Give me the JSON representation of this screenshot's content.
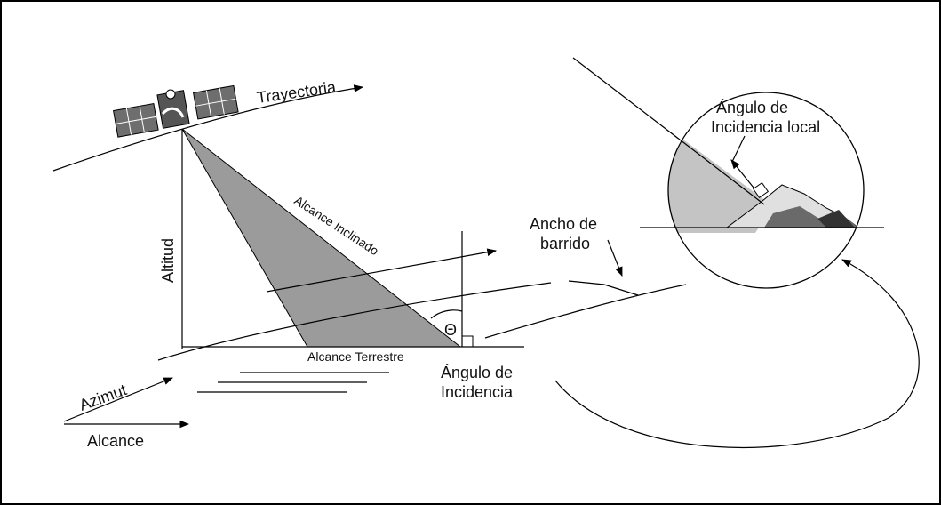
{
  "labels": {
    "trayectoria": "Trayectoria",
    "altitud": "Altitud",
    "alcance_inclinado": "Alcance Inclinado",
    "alcance_terrestre": "Alcance Terrestre",
    "angulo_incidencia_l1": "Ángulo de",
    "angulo_incidencia_l2": "Incidencia",
    "theta": "Θ",
    "ancho_l1": "Ancho de",
    "ancho_l2": "barrido",
    "local_l1": "Ángulo de",
    "local_l2": "Incidencia local",
    "azimut": "Azimut",
    "alcance": "Alcance"
  },
  "colors": {
    "beam_fill": "#9b9b9b",
    "inset_fill": "#c4c4c4",
    "line": "#000000"
  }
}
